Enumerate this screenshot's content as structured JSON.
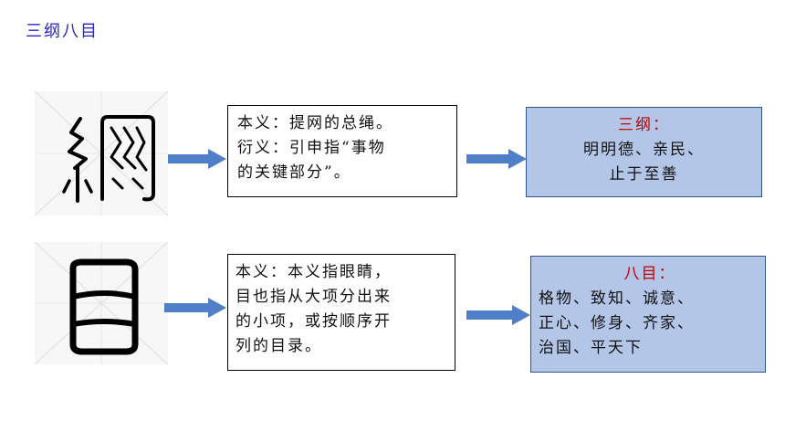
{
  "title": "三纲八目",
  "row1": {
    "glyph_icon": "seal-script-gang-icon",
    "meaning": [
      "本义：提网的总绳。",
      "衍义：引申指“事物",
      "的关键部分”。"
    ],
    "result_heading": "三纲：",
    "result_lines": [
      "明明德、亲民、",
      "止于至善"
    ]
  },
  "row2": {
    "glyph_icon": "seal-script-mu-icon",
    "meaning": [
      "本义：本义指眼睛，",
      "目也指从大项分出来",
      "的小项，或按顺序开",
      "列的目录。"
    ],
    "result_heading": "八目：",
    "result_lines": [
      "格物、致知、诚意、",
      "正心、修身、齐家、",
      "治国、平天下"
    ]
  },
  "colors": {
    "title": "#2a24c8",
    "arrow": "#4f7fc9",
    "result_fill": "#b4c6e7",
    "result_heading": "#c00000"
  }
}
